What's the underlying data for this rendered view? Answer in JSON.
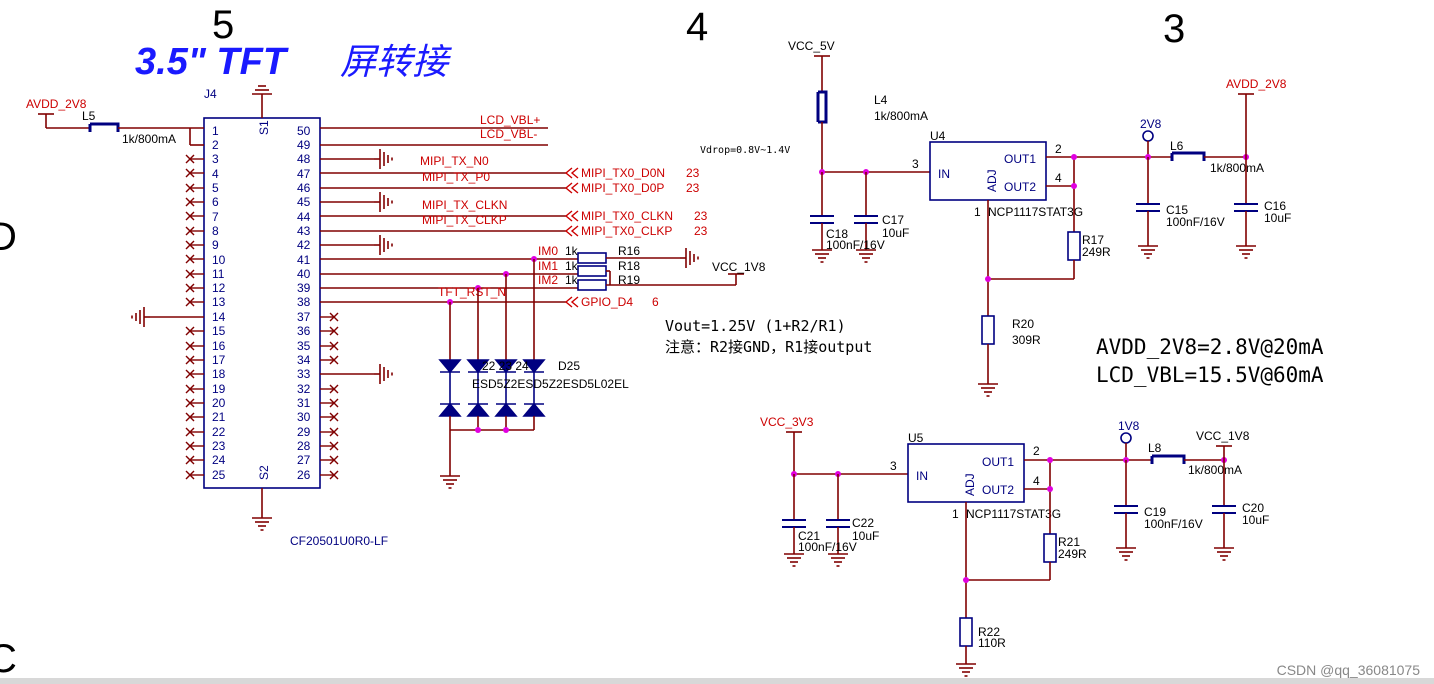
{
  "zones": {
    "z5": "5",
    "z4": "4",
    "z3": "3",
    "zD": "D",
    "zC": "C"
  },
  "title": {
    "main": "3.5\" TFT",
    "cn": "屏转接"
  },
  "connector": {
    "ref": "J4",
    "part": "CF20501U0R0-LF",
    "s1": "S1",
    "s2": "S2",
    "left_pins": [
      "1",
      "2",
      "3",
      "4",
      "5",
      "6",
      "7",
      "8",
      "9",
      "10",
      "11",
      "12",
      "13",
      "14",
      "15",
      "16",
      "17",
      "18",
      "19",
      "20",
      "21",
      "22",
      "23",
      "24",
      "25"
    ],
    "right_pins": [
      "50",
      "49",
      "48",
      "47",
      "46",
      "45",
      "44",
      "43",
      "42",
      "41",
      "40",
      "39",
      "38",
      "37",
      "36",
      "35",
      "34",
      "33",
      "32",
      "31",
      "30",
      "29",
      "28",
      "27",
      "26"
    ]
  },
  "nets": {
    "avdd_2v8_left": "AVDD_2V8",
    "l5": "L5",
    "l5_val": "1k/800mA",
    "lcd_vbl_p": "LCD_VBL+",
    "lcd_vbl_n": "LCD_VBL-",
    "mipi_tx_n0": "MIPI_TX_N0",
    "mipi_tx_p0": "MIPI_TX_P0",
    "mipi_tx0_d0n": "MIPI_TX0_D0N",
    "mipi_tx0_d0p": "MIPI_TX0_D0P",
    "mipi_tx_clkn": "MIPI_TX_CLKN",
    "mipi_tx_clkp": "MIPI_TX_CLKP",
    "mipi_tx0_clkn": "MIPI_TX0_CLKN",
    "mipi_tx0_clkp": "MIPI_TX0_CLKP",
    "sheet_23": "23",
    "sheet_6": "6",
    "im0": "IM0",
    "im1": "IM1",
    "im2": "IM2",
    "r16": "R16",
    "r18": "R18",
    "r19": "R19",
    "res_1k": "1k",
    "vcc_1v8_top": "VCC_1V8",
    "tft_rst_n": "TFT_RST_N",
    "gpio_d4": "GPIO_D4",
    "d25": "D25",
    "esd_labels": "ESD5Z2ESD5Z2ESD5L02EL",
    "diode_nums": "22  23  24"
  },
  "reg1": {
    "vcc_5v": "VCC_5V",
    "l4": "L4",
    "l4_val": "1k/800mA",
    "vdrop": "Vdrop=0.8V~1.4V",
    "u4": "U4",
    "in": "IN",
    "adj": "ADJ",
    "out1": "OUT1",
    "out2": "OUT2",
    "pin3": "3",
    "pin2": "2",
    "pin4": "4",
    "pin1": "1",
    "part": "NCP1117STAT3G",
    "c18": "C18",
    "c18_val": "100nF/16V",
    "c17": "C17",
    "c17_val": "10uF",
    "r17": "R17",
    "r17_val": "249R",
    "r20": "R20",
    "r20_val": "309R",
    "tp_2v8": "2V8",
    "l6": "L6",
    "l6_val": "1k/800mA",
    "avdd_2v8": "AVDD_2V8",
    "c15": "C15",
    "c15_val": "100nF/16V",
    "c16": "C16",
    "c16_val": "10uF"
  },
  "notes": {
    "vout": "Vout=1.25V (1+R2/R1)",
    "attention": "注意：R2接GND，R1接output",
    "avdd_spec": "AVDD_2V8=2.8V@20mA",
    "lcd_spec": "LCD_VBL=15.5V@60mA"
  },
  "reg2": {
    "vcc_3v3": "VCC_3V3",
    "u5": "U5",
    "in": "IN",
    "adj": "ADJ",
    "out1": "OUT1",
    "out2": "OUT2",
    "pin3": "3",
    "pin2": "2",
    "pin4": "4",
    "pin1": "1",
    "part": "NCP1117STAT3G",
    "c21": "C21",
    "c21_val": "100nF/16V",
    "c22": "C22",
    "c22_val": "10uF",
    "r21": "R21",
    "r21_val": "249R",
    "r22": "R22",
    "r22_val": "110R",
    "tp_1v8": "1V8",
    "l8": "L8",
    "l8_val": "1k/800mA",
    "vcc_1v8": "VCC_1V8",
    "c19": "C19",
    "c19_val": "100nF/16V",
    "c20": "C20",
    "c20_val": "10uF"
  },
  "footer": {
    "watermark": "CSDN @qq_36081075"
  }
}
